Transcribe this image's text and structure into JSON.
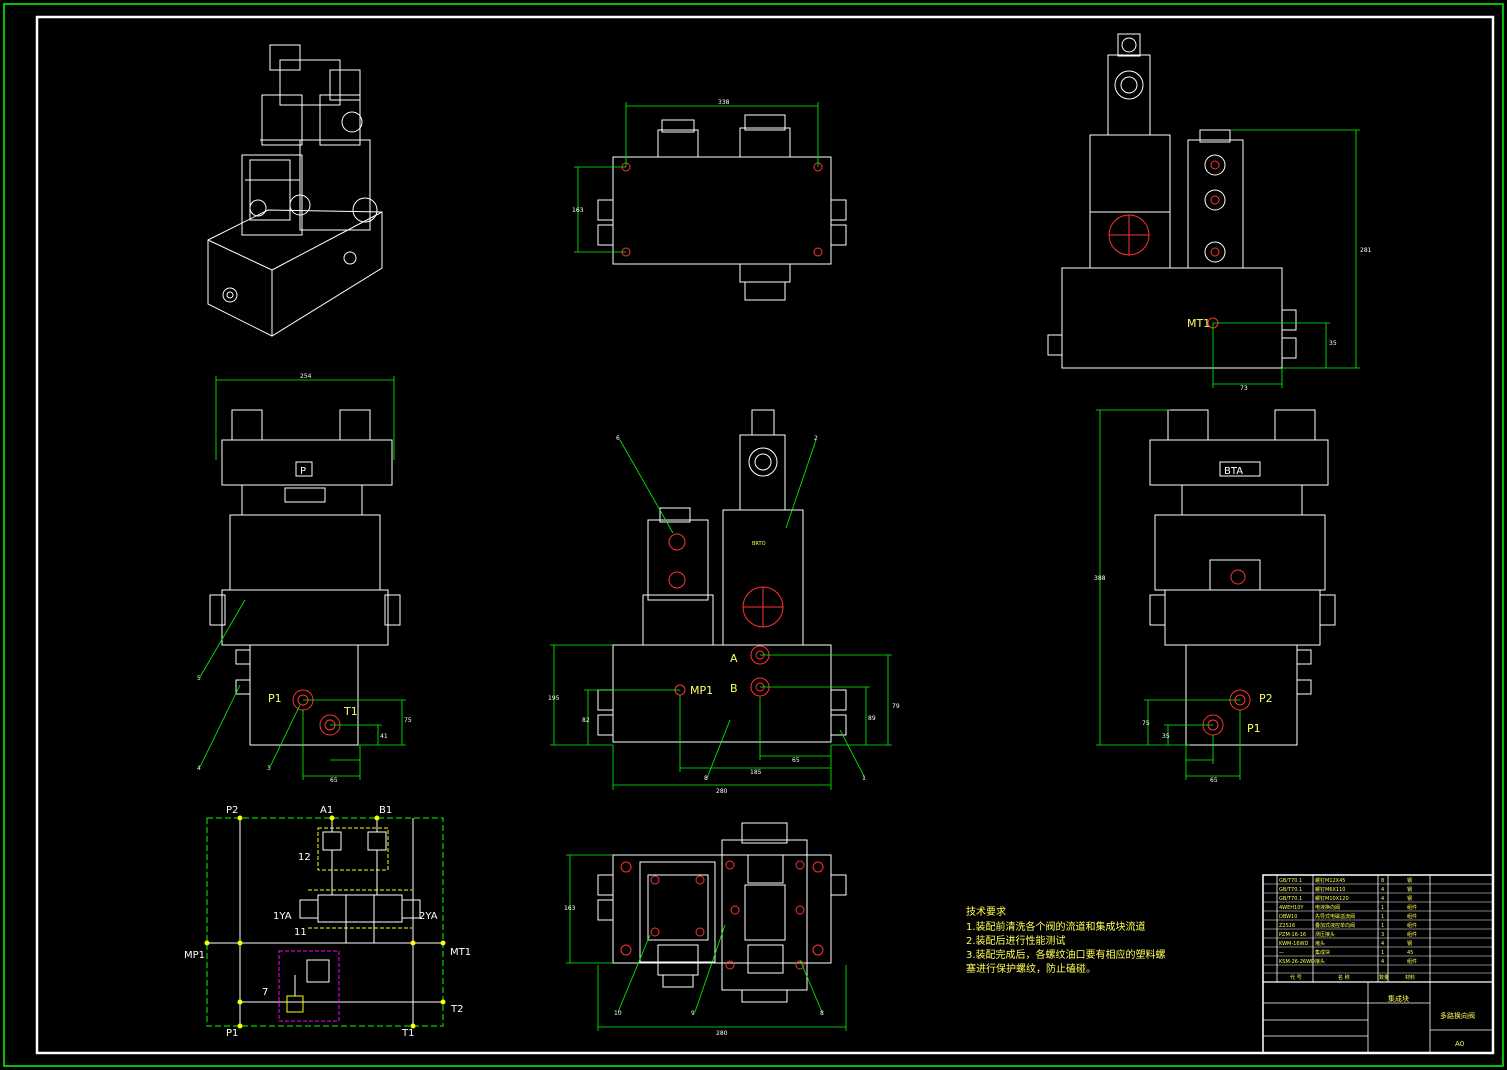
{
  "labels": {
    "top_right_view": {
      "mt1": "MT1",
      "dim_h": "281",
      "dim_w": "73",
      "dim_small": "35"
    },
    "top_mid_view": {
      "dim_w": "338",
      "dim_h": "163"
    },
    "left_view": {
      "p1": "P1",
      "t1": "T1",
      "dim_w": "254",
      "dim_a": "65",
      "dim_b": "75",
      "dim_c": "41",
      "callouts": [
        "5",
        "4",
        "3"
      ]
    },
    "center_view": {
      "a": "A",
      "b": "B",
      "mp1": "MP1",
      "dim_w": "280",
      "dim_a": "185",
      "dim_b": "65",
      "dim_c": "195",
      "dim_d": "79",
      "dim_e": "82",
      "dim_f": "89",
      "callouts": [
        "6",
        "2",
        "8",
        "1"
      ]
    },
    "right_view": {
      "p2": "P2",
      "p1": "P1",
      "dim_h": "388",
      "dim_a": "65",
      "dim_b": "75",
      "dim_c": "35"
    },
    "bottom_mid_view": {
      "dim_w": "280",
      "dim_h": "163",
      "callouts": [
        "10",
        "9",
        "8"
      ]
    },
    "valve_nameplate": "P",
    "valve_nameplate_right": "BTA",
    "block_tag": "BRTO"
  },
  "schematic": {
    "p2": "P2",
    "a1": "A1",
    "b1": "B1",
    "mp1": "MP1",
    "mt1": "MT1",
    "t2": "T2",
    "p1": "P1",
    "t1": "T1",
    "ya1": "1YA",
    "ya2": "2YA",
    "n12": "12",
    "n11": "11",
    "n7": "7"
  },
  "notes": {
    "title": "技术要求",
    "lines": [
      "1.装配前清洗各个阀的流道和集成块流道",
      "2.装配后进行性能测试",
      "3.装配完成后，各螺纹油口要有相应的塑料螺",
      "塞进行保护螺纹，防止磕碰。"
    ]
  },
  "title_block": {
    "drawing_name": "集成块",
    "assembly_name": "多路换向阀",
    "sheet_size": "A0",
    "parts": [
      {
        "code": "GB/T70.1",
        "name": "螺钉M12X45",
        "qty": "8",
        "mat": "钢"
      },
      {
        "code": "GB/T70.1",
        "name": "螺钉M6X110",
        "qty": "4",
        "mat": "钢"
      },
      {
        "code": "GB/T70.1",
        "name": "螺钉M10X120",
        "qty": "4",
        "mat": "钢"
      },
      {
        "code": "4WEH10Y",
        "name": "电液换向阀",
        "qty": "1",
        "mat": "组件"
      },
      {
        "code": "DBW10",
        "name": "先导式电磁溢流阀",
        "qty": "1",
        "mat": "组件"
      },
      {
        "code": "Z2S16",
        "name": "叠加式液控单向阀",
        "qty": "1",
        "mat": "组件"
      },
      {
        "code": "PZM-16-16",
        "name": "测压接头",
        "qty": "3",
        "mat": "组件"
      },
      {
        "code": "KWM-16WD",
        "name": "堵头",
        "qty": "4",
        "mat": "钢"
      },
      {
        "code": "—",
        "name": "集成块",
        "qty": "1",
        "mat": "45"
      },
      {
        "code": "KSM-26-26WD",
        "name": "接头",
        "qty": "4",
        "mat": "组件"
      }
    ],
    "header": {
      "code": "代 号",
      "name": "名 称",
      "qty": "数量",
      "mat": "材料"
    }
  },
  "colors": {
    "frame": "#00ff00",
    "lines": "#ffffff",
    "dims": "#00ff00",
    "labels": "#ffff66",
    "holes": "#ff3333",
    "schematic_box": "#ff00ff",
    "hatch": "#00ffff"
  }
}
